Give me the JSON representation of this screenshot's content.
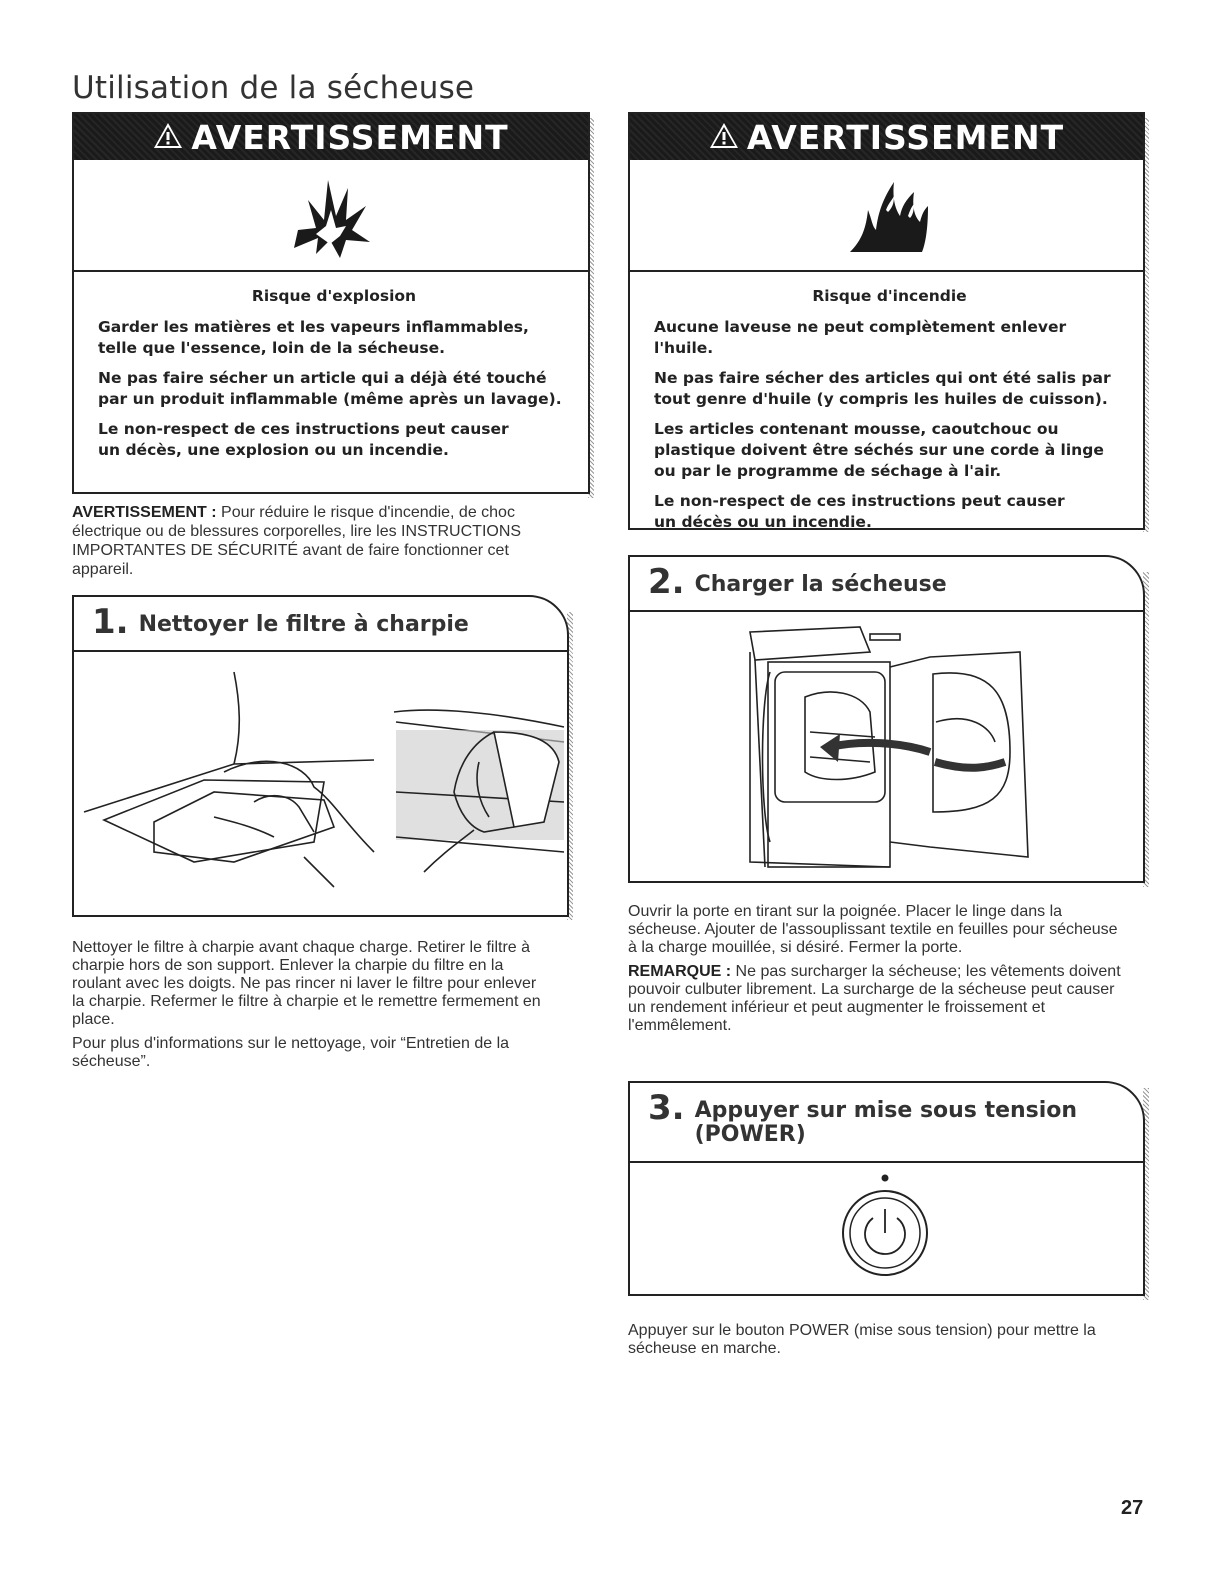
{
  "page": {
    "title": "Utilisation de la sécheuse",
    "number": "27"
  },
  "warning_explosion": {
    "header": "AVERTISSEMENT",
    "icon": "explosion-icon",
    "risk": "Risque d'explosion",
    "paragraphs": [
      "Garder les matières et les vapeurs inflammables, telle que l'essence, loin de la sécheuse.",
      "Ne pas faire sécher un article qui a déjà été touché par un produit inflammable (même après un lavage).",
      "Le non-respect de ces instructions peut causer un décès, une explosion ou un incendie."
    ]
  },
  "warning_fire": {
    "header": "AVERTISSEMENT",
    "icon": "fire-icon",
    "risk": "Risque d'incendie",
    "paragraphs": [
      "Aucune laveuse ne peut complètement enlever l'huile.",
      "Ne pas faire sécher des articles qui ont été salis par tout genre d'huile (y compris les huiles de cuisson).",
      "Les articles contenant mousse, caoutchouc ou plastique doivent être séchés sur une corde à linge ou par le programme de séchage à l'air.",
      "Le non-respect de ces instructions peut causer un décès ou un incendie."
    ]
  },
  "general_warning": {
    "label": "AVERTISSEMENT :",
    "text": " Pour réduire le risque d'incendie, de choc électrique ou de blessures corporelles, lire les INSTRUCTIONS IMPORTANTES DE SÉCURITÉ avant de faire fonctionner cet appareil."
  },
  "step1": {
    "number": "1.",
    "title": "Nettoyer le filtre à charpie",
    "paragraphs": [
      "Nettoyer le filtre à charpie avant chaque charge. Retirer le filtre à charpie hors de son support. Enlever la charpie du filtre en la roulant avec les doigts. Ne pas rincer ni laver le filtre pour enlever la charpie. Refermer le filtre à charpie et le remettre fermement en place.",
      "Pour plus d'informations sur le nettoyage, voir “Entretien de la sécheuse”."
    ]
  },
  "step2": {
    "number": "2.",
    "title": "Charger la sécheuse",
    "paragraphs": [
      "Ouvrir la porte en tirant sur la poignée. Placer le linge dans la sécheuse. Ajouter de l'assouplissant textile en feuilles pour sécheuse à la charge mouillée, si désiré. Fermer la porte."
    ],
    "remark_label": "REMARQUE :",
    "remark_text": " Ne pas surcharger la sécheuse; les vêtements doivent pouvoir culbuter librement. La surcharge de la sécheuse peut causer un rendement inférieur et peut augmenter le froissement et l'emmêlement."
  },
  "step3": {
    "number": "3.",
    "title_line1": "Appuyer sur mise sous tension",
    "title_line2": "(POWER)",
    "icon": "power-icon",
    "text": "Appuyer sur le bouton POWER (mise sous tension) pour mettre la sécheuse en marche."
  }
}
